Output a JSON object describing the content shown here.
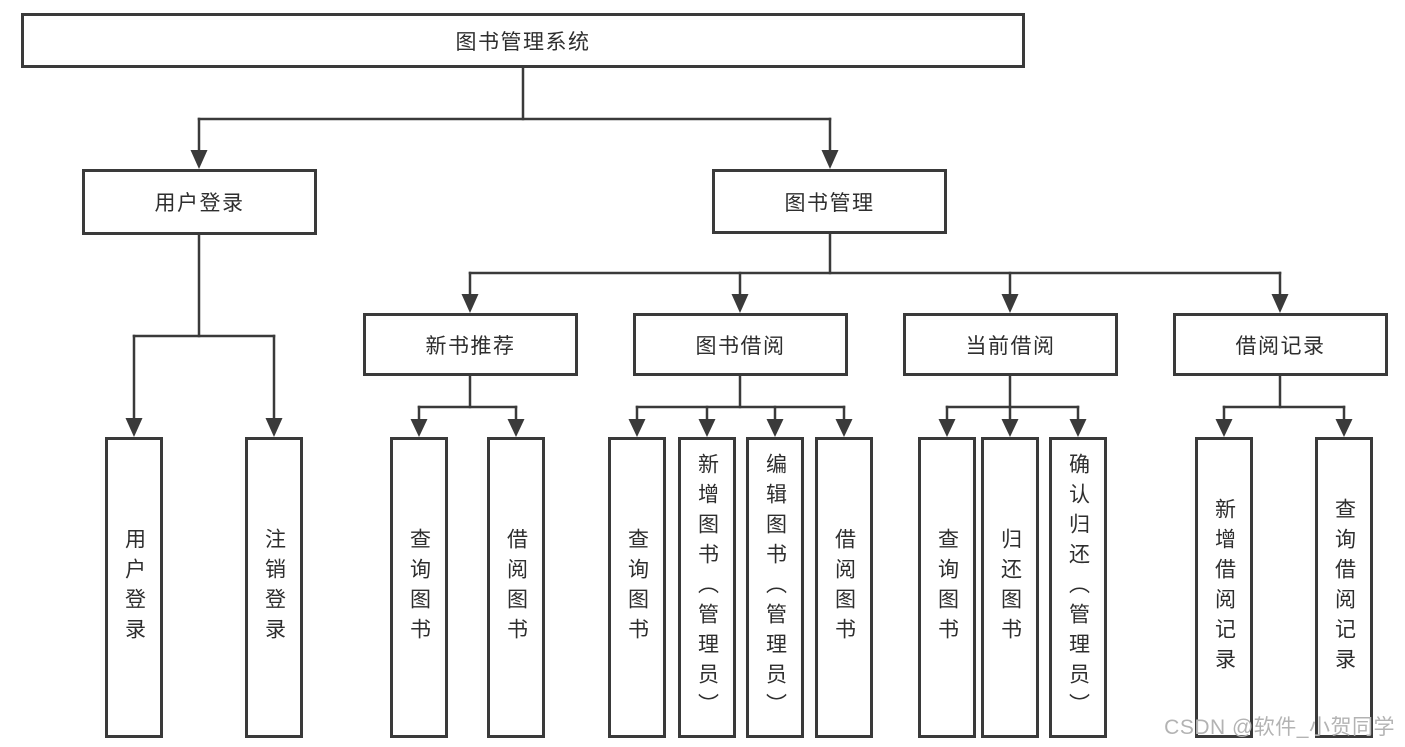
{
  "diagram": {
    "root": {
      "label": "图书管理系统"
    },
    "branches": [
      {
        "label": "用户登录",
        "children": [
          "用户登录",
          "注销登录"
        ]
      },
      {
        "label": "图书管理",
        "children": [
          {
            "label": "新书推荐",
            "children": [
              "查询图书",
              "借阅图书"
            ]
          },
          {
            "label": "图书借阅",
            "children": [
              "查询图书",
              "新增图书（管理员）",
              "编辑图书（管理员）",
              "借阅图书"
            ]
          },
          {
            "label": "当前借阅",
            "children": [
              "查询图书",
              "归还图书",
              "确认归还（管理员）"
            ]
          },
          {
            "label": "借阅记录",
            "children": [
              "新增借阅记录",
              "查询借阅记录"
            ]
          }
        ]
      }
    ]
  },
  "watermark": {
    "text": "CSDN @软件_小贺同学",
    "color": "#b3b3b3"
  },
  "colors": {
    "line": "#3a3a3a",
    "box_border": "#3a3a3a",
    "text": "#2e2e2e",
    "box_background": "#ffffff",
    "page_background": "#ffffff"
  }
}
